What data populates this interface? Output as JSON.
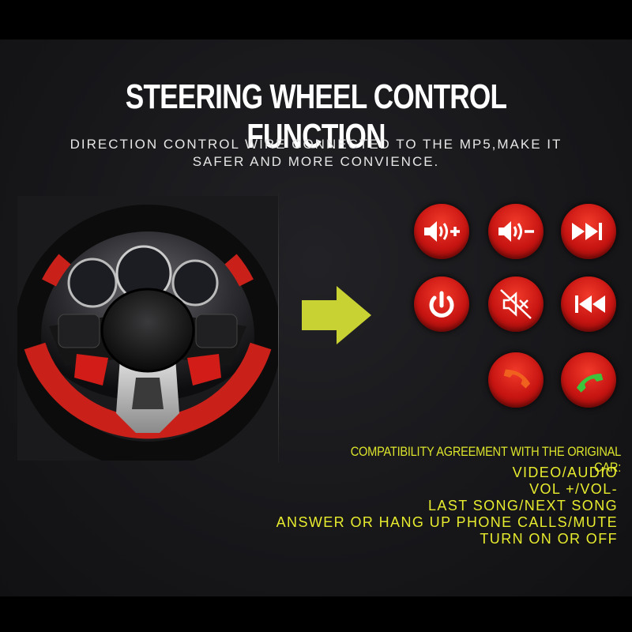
{
  "title": "STEERING WHEEL CONTROL FUNCTION",
  "subtitle_line1": "DIRECTION CONTROL WIRE CONNECTED TO THE MP5,MAKE IT",
  "subtitle_line2": "SAFER AND MORE CONVIENCE.",
  "buttons": [
    {
      "icon": "volume-up-icon"
    },
    {
      "icon": "volume-down-icon"
    },
    {
      "icon": "next-track-icon"
    },
    {
      "icon": "power-icon"
    },
    {
      "icon": "mute-icon"
    },
    {
      "icon": "previous-track-icon"
    },
    {
      "icon": "hang-up-icon"
    },
    {
      "icon": "answer-call-icon"
    }
  ],
  "compat_heading": "COMPATIBILITY AGREEMENT WITH THE ORIGINAL CAR:",
  "features": [
    "VIDEO/AUDIO",
    "VOL +/VOL-",
    "LAST SONG/NEXT SONG",
    "ANSWER OR HANG UP PHONE CALLS/MUTE",
    "TURN ON OR OFF"
  ],
  "colors": {
    "background": "#17171a",
    "button_red": "#c81512",
    "arrow": "#c9d233",
    "feature_text": "#e8ec2e",
    "answer_green": "#3cc43c",
    "hangup_orange": "#f0601e"
  }
}
